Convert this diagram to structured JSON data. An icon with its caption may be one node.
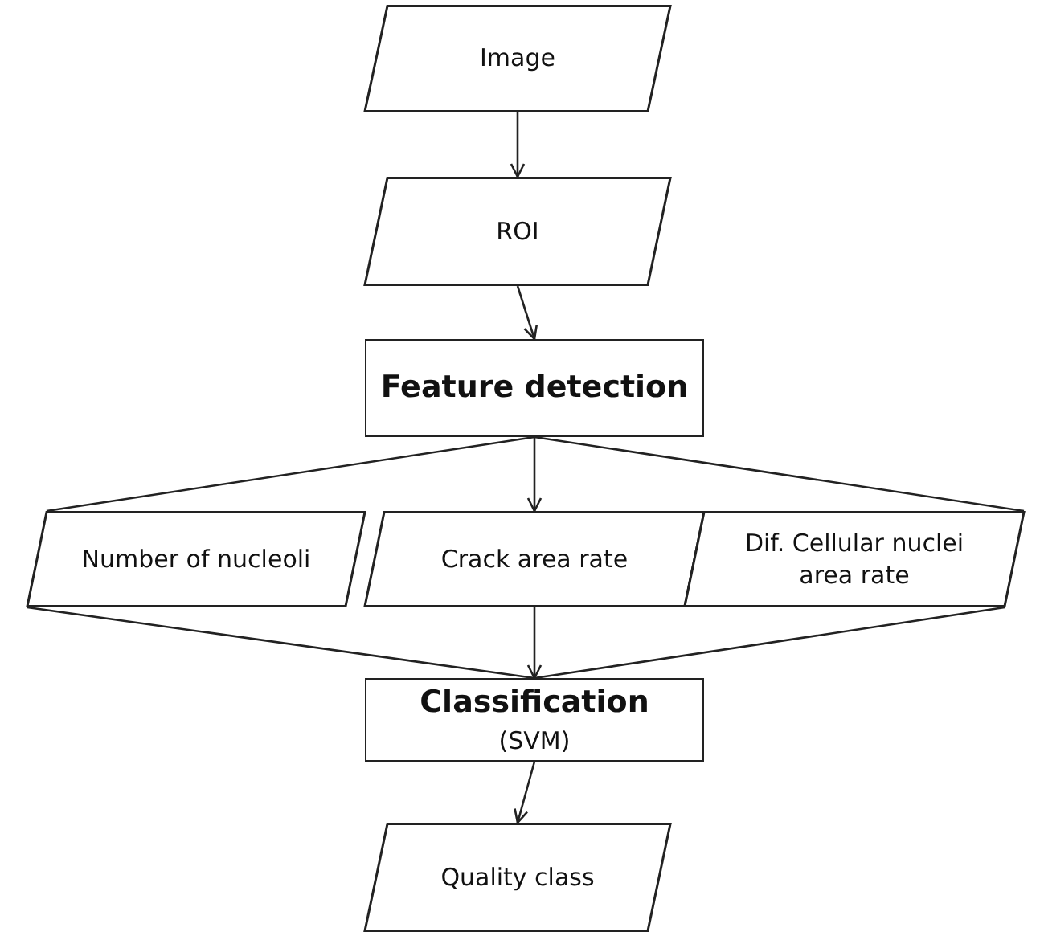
{
  "diagram": {
    "nodes": [
      {
        "text": [
          "Image"
        ]
      },
      {
        "text": [
          "ROI"
        ]
      },
      {
        "text": [
          "Feature detection"
        ]
      },
      {
        "text": [
          "Number of nucleoli"
        ]
      },
      {
        "text": [
          "Crack area rate"
        ]
      },
      {
        "text": [
          "Dif. Cellular nuclei area rate"
        ]
      },
      {
        "text": [
          "Classification",
          "(SVM)"
        ]
      },
      {
        "text": [
          "Quality class"
        ]
      }
    ],
    "edges": [
      {
        "from": 0,
        "to": 1,
        "arrow": "to"
      },
      {
        "from": 1,
        "to": 2,
        "arrow": "to"
      },
      {
        "from": 2,
        "to": 3,
        "arrow": "none"
      },
      {
        "from": 2,
        "to": 4,
        "arrow": "to"
      },
      {
        "from": 2,
        "to": 5,
        "arrow": "none"
      },
      {
        "from": 3,
        "to": 6,
        "arrow": "none"
      },
      {
        "from": 4,
        "to": 6,
        "arrow": "to"
      },
      {
        "from": 5,
        "to": 6,
        "arrow": "none"
      },
      {
        "from": 6,
        "to": 7,
        "arrow": "to"
      }
    ]
  }
}
